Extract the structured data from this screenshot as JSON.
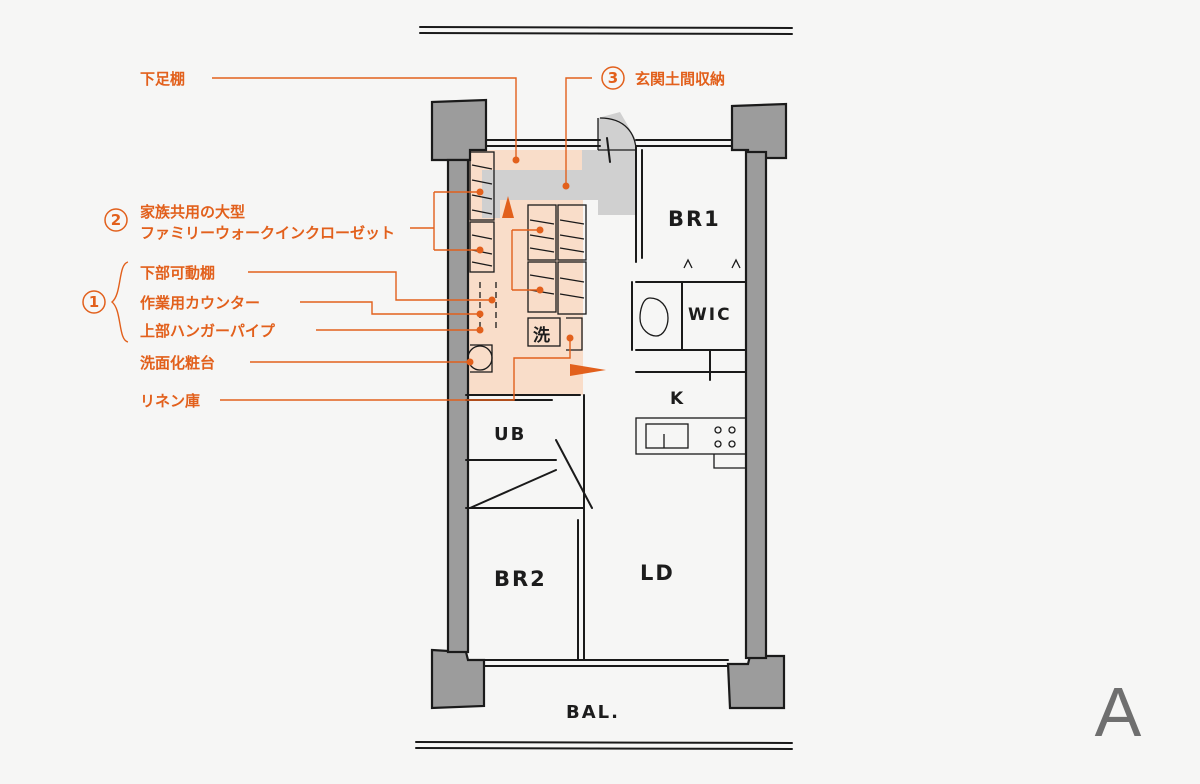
{
  "colors": {
    "accent": "#e2601c",
    "highlight": "#f9ddc9",
    "wall": "#9c9c9c",
    "corridor": "#d0d0d0"
  },
  "labels": {
    "shoe_shelf": "下足棚",
    "entrance_storage": "玄関土間収納",
    "wic_line1": "家族共用の大型",
    "wic_line2": "ファミリーウォークインクローゼット",
    "lower_shelf": "下部可動棚",
    "work_counter": "作業用カウンター",
    "hanger_pipe": "上部ハンガーパイプ",
    "vanity": "洗面化粧台",
    "linen": "リネン庫"
  },
  "markers": {
    "one": "1",
    "two": "2",
    "three": "3",
    "one_brace": "{"
  },
  "rooms": {
    "br1": "BR1",
    "wic": "WIC",
    "k": "K",
    "ub": "UB",
    "br2": "BR2",
    "ld": "LD",
    "bal": "BAL.",
    "wash": "洗"
  },
  "plan_letter": "A"
}
